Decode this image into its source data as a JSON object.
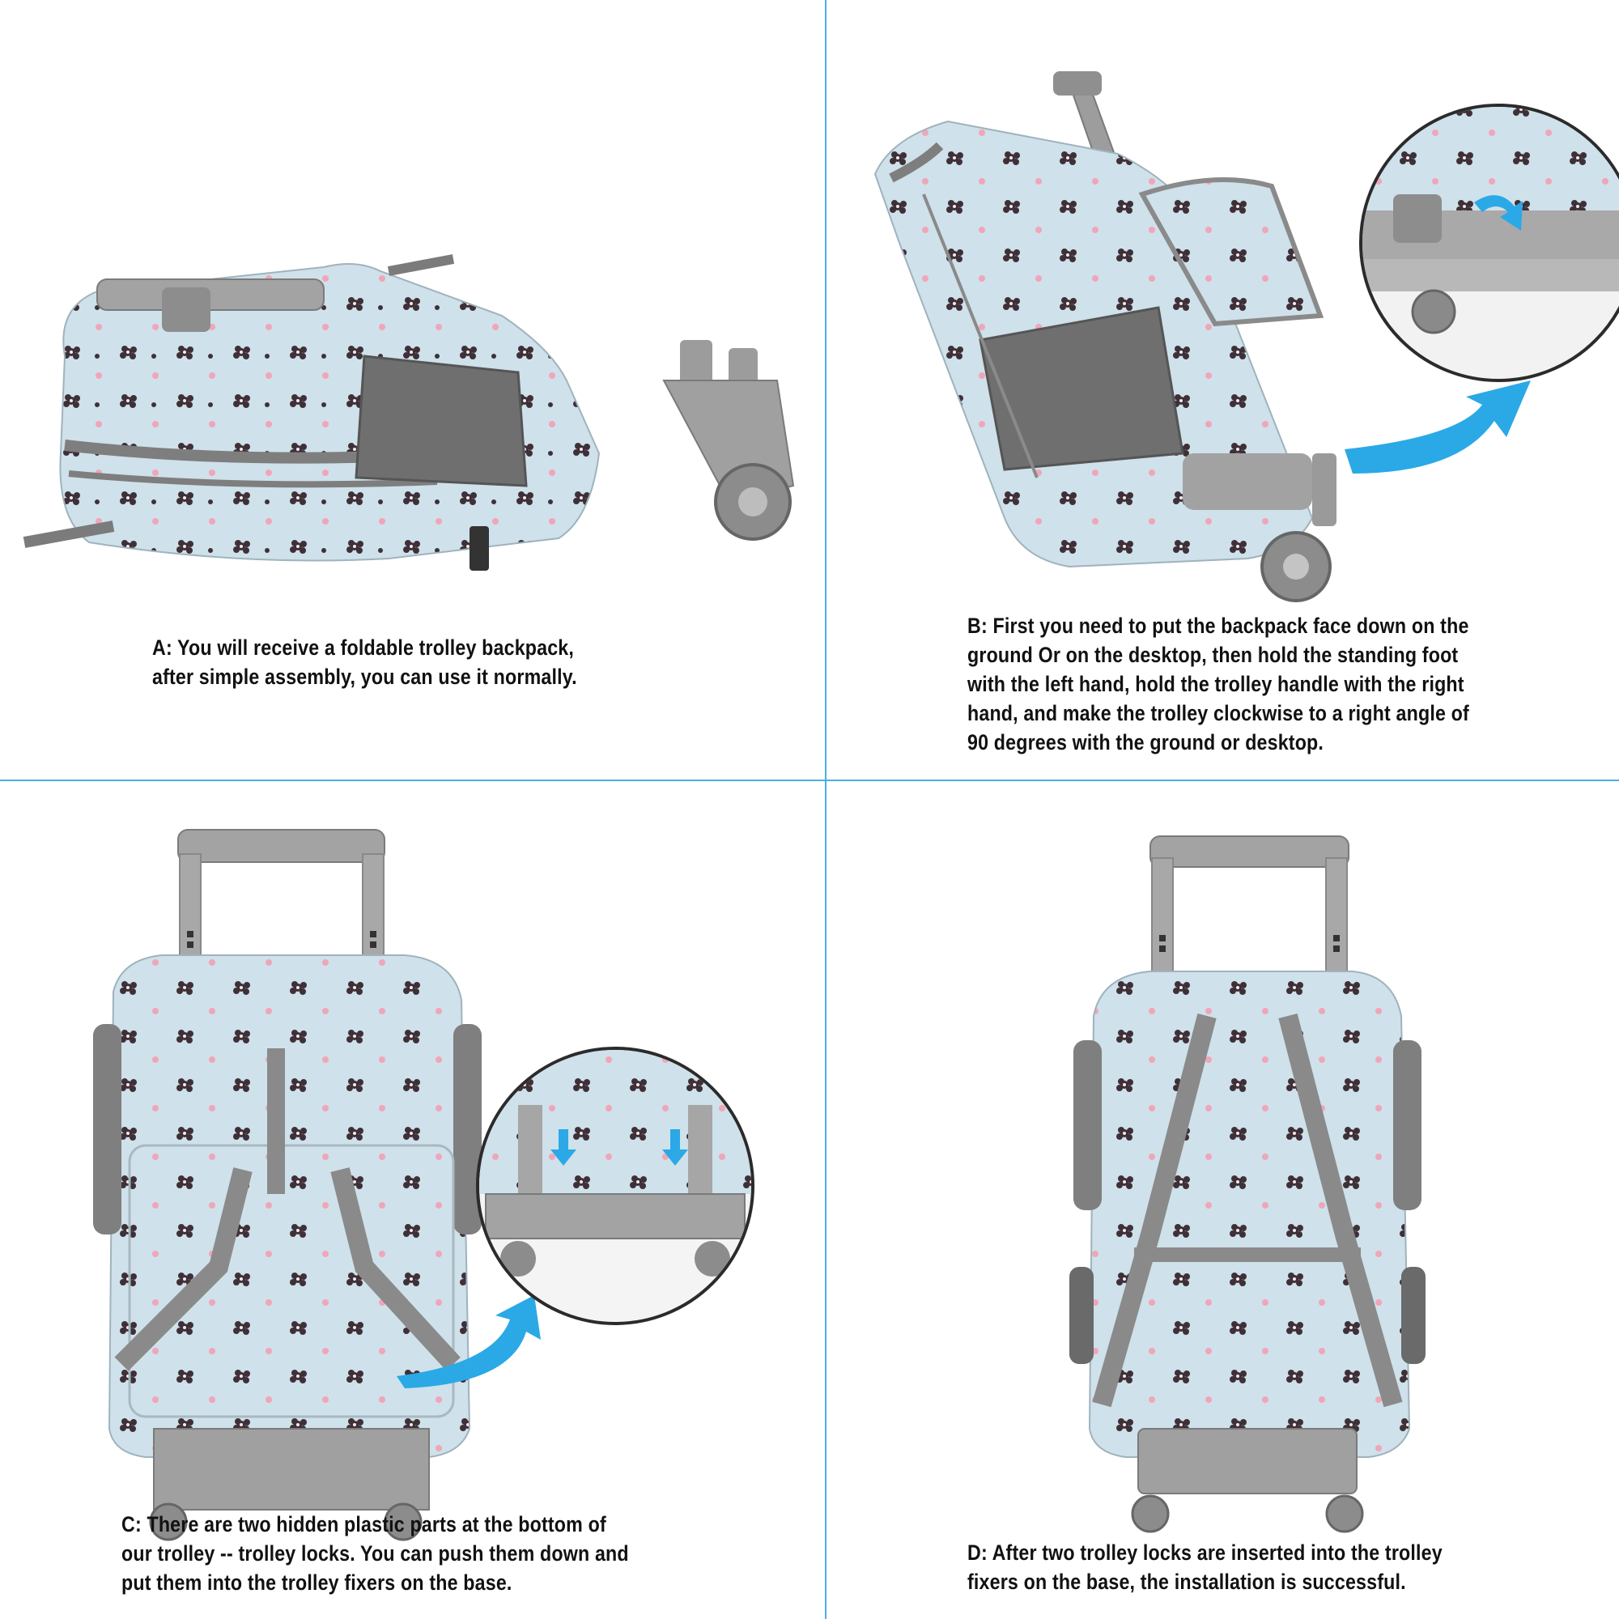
{
  "colors": {
    "divider": "#4aaee0",
    "fabric": "#c9dde6",
    "trim": "#8a8a8a",
    "trolley": "#9b9b9b",
    "arrow": "#2aa9e6",
    "flower": "#4a3b44",
    "dot": "#f0a6b8"
  },
  "panels": [
    {
      "id": "A",
      "lines": [
        "A:  You will receive a foldable trolley backpack,",
        "after simple assembly, you can use it normally."
      ]
    },
    {
      "id": "B",
      "lines": [
        "B:  First you need to put the backpack face down on the",
        "ground Or on the desktop, then hold the standing foot",
        "with the left hand, hold the trolley handle with the right",
        "hand, and make the trolley clockwise to a right angle of",
        "90 degrees with the ground or desktop."
      ]
    },
    {
      "id": "C",
      "lines": [
        "C:  There are two hidden plastic parts at the bottom of",
        "our trolley -- trolley locks. You can push them down and",
        "put them into the trolley fixers on the base."
      ]
    },
    {
      "id": "D",
      "lines": [
        "D:  After two trolley locks are inserted into the trolley",
        "fixers on the base, the installation is successful."
      ]
    }
  ]
}
